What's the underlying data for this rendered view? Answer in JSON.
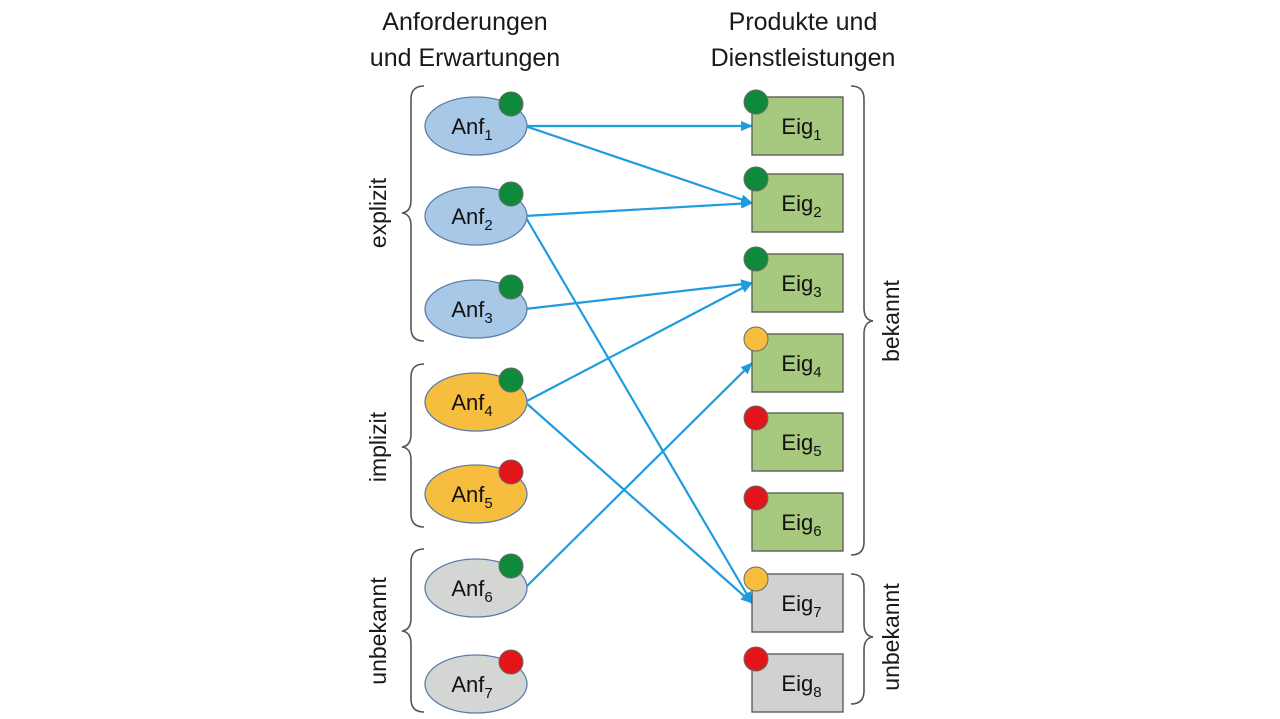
{
  "headers": {
    "left_line1": "Anforderungen",
    "left_line2": "und Erwartungen",
    "right_line1": "Produkte und",
    "right_line2": "Dienstleistungen"
  },
  "colors": {
    "blue_fill": "#a8c8e8",
    "orange_fill": "#f7bd3e",
    "gray_fill": "#d3d6d3",
    "green_fill": "#a7c97f",
    "box_gray": "#d0d2d0",
    "arrow": "#1f9be0",
    "dot_green": "#0f8a3a",
    "dot_red": "#e4141b",
    "dot_yellow": "#f7bd3e"
  },
  "requirements": [
    {
      "base": "Anf",
      "sub": "1",
      "group": "explizit",
      "status": "green"
    },
    {
      "base": "Anf",
      "sub": "2",
      "group": "explizit",
      "status": "green"
    },
    {
      "base": "Anf",
      "sub": "3",
      "group": "explizit",
      "status": "green"
    },
    {
      "base": "Anf",
      "sub": "4",
      "group": "implizit",
      "status": "green"
    },
    {
      "base": "Anf",
      "sub": "5",
      "group": "implizit",
      "status": "red"
    },
    {
      "base": "Anf",
      "sub": "6",
      "group": "unbekannt",
      "status": "green"
    },
    {
      "base": "Anf",
      "sub": "7",
      "group": "unbekannt",
      "status": "red"
    }
  ],
  "properties": [
    {
      "base": "Eig",
      "sub": "1",
      "group": "bekannt",
      "status": "green"
    },
    {
      "base": "Eig",
      "sub": "2",
      "group": "bekannt",
      "status": "green"
    },
    {
      "base": "Eig",
      "sub": "3",
      "group": "bekannt",
      "status": "green"
    },
    {
      "base": "Eig",
      "sub": "4",
      "group": "bekannt",
      "status": "yellow"
    },
    {
      "base": "Eig",
      "sub": "5",
      "group": "bekannt",
      "status": "red"
    },
    {
      "base": "Eig",
      "sub": "6",
      "group": "bekannt",
      "status": "red"
    },
    {
      "base": "Eig",
      "sub": "7",
      "group": "unbekannt",
      "status": "yellow"
    },
    {
      "base": "Eig",
      "sub": "8",
      "group": "unbekannt",
      "status": "red"
    }
  ],
  "left_groups": [
    "explizit",
    "implizit",
    "unbekannt"
  ],
  "right_groups": [
    "bekannt",
    "unbekannt"
  ],
  "connections": [
    {
      "from": 1,
      "to": 1
    },
    {
      "from": 1,
      "to": 2
    },
    {
      "from": 2,
      "to": 2
    },
    {
      "from": 2,
      "to": 7
    },
    {
      "from": 3,
      "to": 3
    },
    {
      "from": 4,
      "to": 3
    },
    {
      "from": 4,
      "to": 7
    },
    {
      "from": 6,
      "to": 4
    }
  ]
}
